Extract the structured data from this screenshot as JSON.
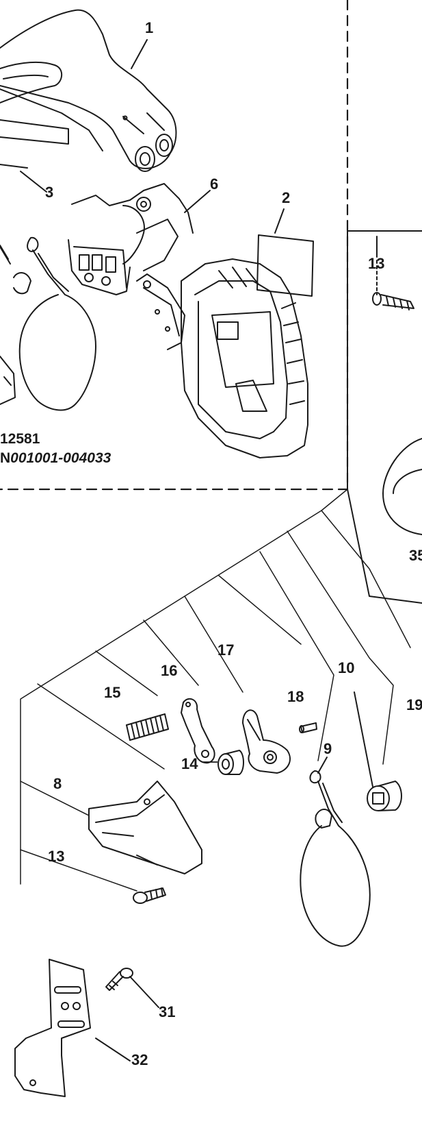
{
  "callouts": {
    "c1": "1",
    "c2": "2",
    "c3": "3",
    "c6": "6",
    "c13_top": "13",
    "c35": "35",
    "c19": "19",
    "c10": "10",
    "c9": "9",
    "c18": "18",
    "c17": "17",
    "c16": "16",
    "c15": "15",
    "c14": "14",
    "c8": "8",
    "c13_bottom": "13",
    "c31": "31",
    "c32": "32"
  },
  "note": {
    "part_code": "12581",
    "serial_prefix": "N",
    "serial_range": "001001-004033"
  },
  "colors": {
    "ink": "#1a1a1a",
    "paper": "#ffffff"
  }
}
